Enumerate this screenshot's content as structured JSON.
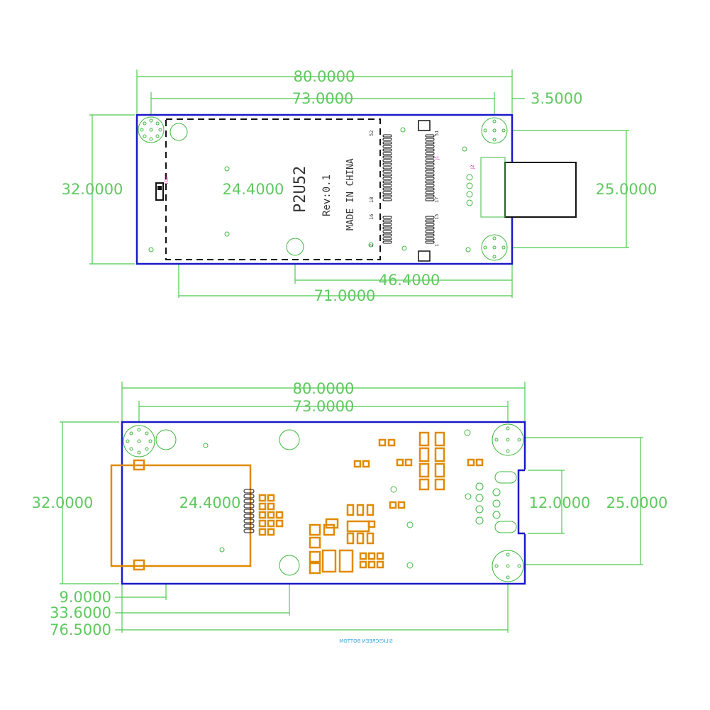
{
  "top_view": {
    "dimensions": {
      "width_overall": "80.0000",
      "width_holes": "73.0000",
      "offset_right": "3.5000",
      "height_board": "32.0000",
      "height_inner": "24.4000",
      "height_connector": "25.0000",
      "dist_46": "46.4000",
      "dist_71": "71.0000"
    },
    "silkscreen": {
      "name": "P2U52",
      "rev": "Rev:0.1",
      "origin": "MADE IN CHINA",
      "pin_52": "52",
      "pin_51": "51",
      "pin_18": "18",
      "pin_17": "17",
      "pin_16": "16",
      "pin_15": "15",
      "pin_2": "2",
      "pin_1": "1",
      "ref_led": "LED1",
      "ref_j1": "J1",
      "ref_j2": "J2"
    }
  },
  "bottom_view": {
    "dimensions": {
      "width_overall": "80.0000",
      "width_holes": "73.0000",
      "height_board": "32.0000",
      "height_inner": "24.4000",
      "height_port": "12.0000",
      "height_connector": "25.0000",
      "dist_9": "9.0000",
      "dist_33": "33.6000",
      "dist_76": "76.5000"
    },
    "caption": "SILKSCREEN BOTTOM"
  },
  "colors": {
    "dimension": "#4ccb4c",
    "board_outline": "#1a1ac8",
    "pads": "#e08a00",
    "silkscreen": "#cc1fa0"
  }
}
